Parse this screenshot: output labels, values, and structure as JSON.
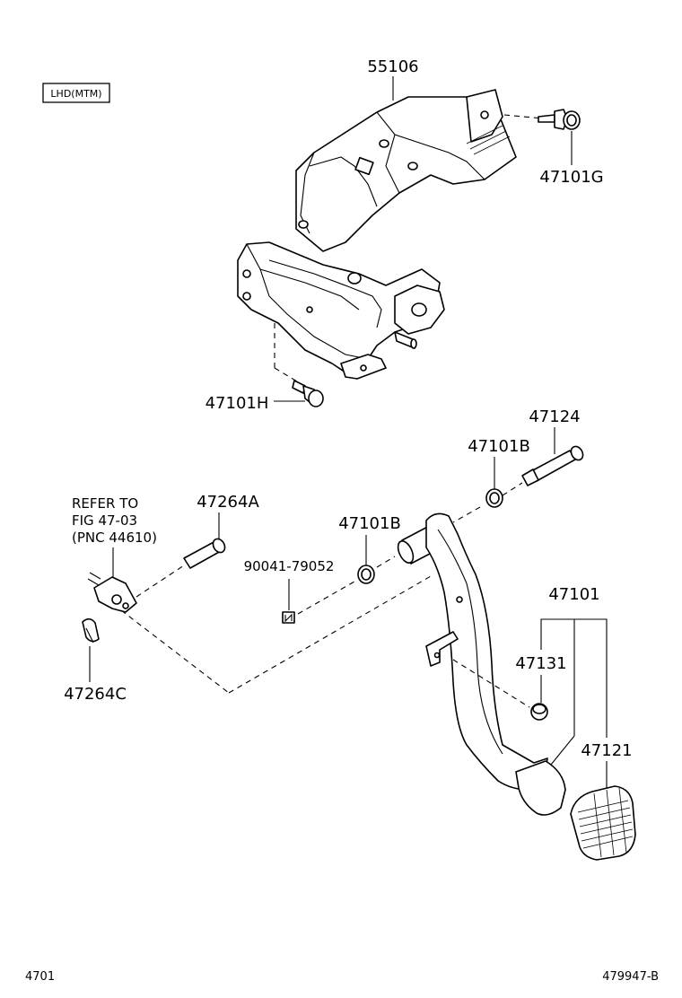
{
  "variant_box": {
    "text": "LHD(MTM)"
  },
  "labels": {
    "p55106": "55106",
    "p47101G": "47101G",
    "p47101H": "47101H",
    "p47124": "47124",
    "p47101B_top": "47101B",
    "p47264A": "47264A",
    "refer_line1": "REFER TO",
    "refer_line2": "FIG 47-03",
    "refer_line3": "(PNC 44610)",
    "p47101B_mid": "47101B",
    "p90041": "90041-79052",
    "p47101": "47101",
    "p47131": "47131",
    "p47264C": "47264C",
    "p47121": "47121"
  },
  "footer": {
    "left": "4701",
    "right": "479947-B"
  }
}
